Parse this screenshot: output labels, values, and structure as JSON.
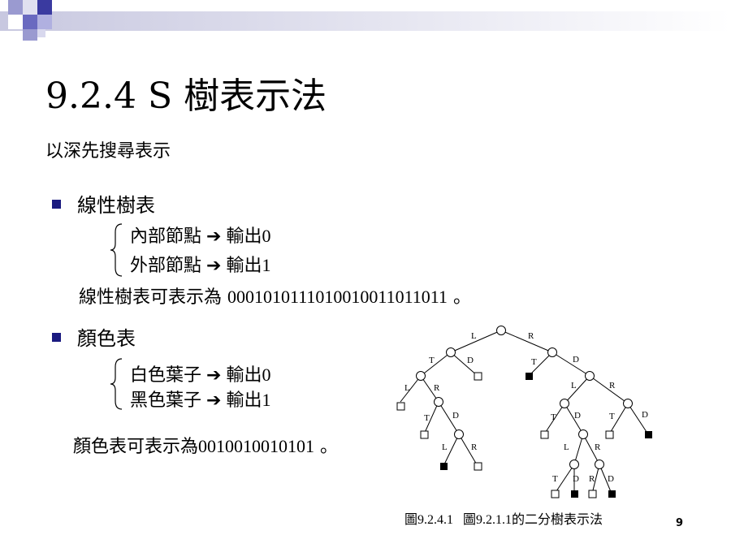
{
  "slide": {
    "title": "9.2.4  S 樹表示法",
    "subtitle": "以深先搜尋表示",
    "page_number": "9"
  },
  "linear_tree": {
    "heading": "線性樹表",
    "rule_internal": "內部節點",
    "rule_external": "外部節點",
    "arrow": "➔",
    "output_label": "輸出",
    "output_internal": "0",
    "output_external": "1",
    "representation_label": "線性樹表可表示為",
    "representation_value": "0001010111010010011011011",
    "representation_end": "。"
  },
  "color_table": {
    "heading": "顏色表",
    "rule_white": "白色葉子",
    "rule_black": "黑色葉子",
    "arrow": "➔",
    "output_label": "輸出",
    "output_white": "0",
    "output_black": "1",
    "representation_label": "顏色表可表示為",
    "representation_value": "0010010010101",
    "representation_end": "。"
  },
  "figure": {
    "caption_id": "圖9.2.4.1",
    "caption_text": "圖9.2.1.1的二分樹表示法",
    "edge_labels": [
      "L",
      "R",
      "T",
      "D",
      "T",
      "D",
      "L",
      "R",
      "T",
      "D",
      "T",
      "D",
      "L",
      "R",
      "L",
      "R",
      "T",
      "D",
      "R",
      "D"
    ]
  }
}
